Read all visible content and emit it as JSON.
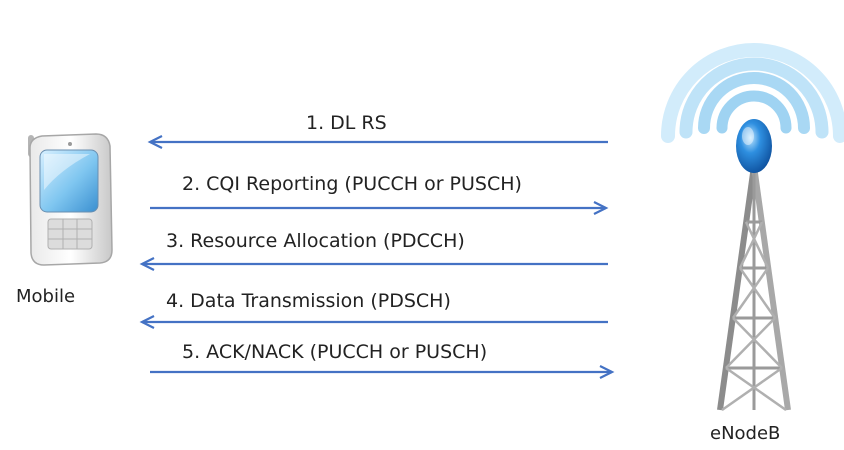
{
  "nodes": {
    "mobile": {
      "label": "Mobile",
      "icon": "mobile-phone-icon"
    },
    "enodeb": {
      "label": "eNodeB",
      "icon": "cell-tower-icon"
    }
  },
  "messages": [
    {
      "label": "1. DL RS",
      "direction": "to-mobile"
    },
    {
      "label": "2. CQI Reporting (PUCCH or PUSCH)",
      "direction": "to-enodeb"
    },
    {
      "label": "3. Resource Allocation (PDCCH)",
      "direction": "to-mobile"
    },
    {
      "label": "4. Data Transmission (PDSCH)",
      "direction": "to-mobile"
    },
    {
      "label": "5. ACK/NACK (PUCCH or PUSCH)",
      "direction": "to-enodeb"
    }
  ],
  "colors": {
    "arrow": "#4472c4",
    "signal": "#9fd3f2",
    "tower": "#9a9a9a",
    "antenna": "#1f7fd1"
  }
}
